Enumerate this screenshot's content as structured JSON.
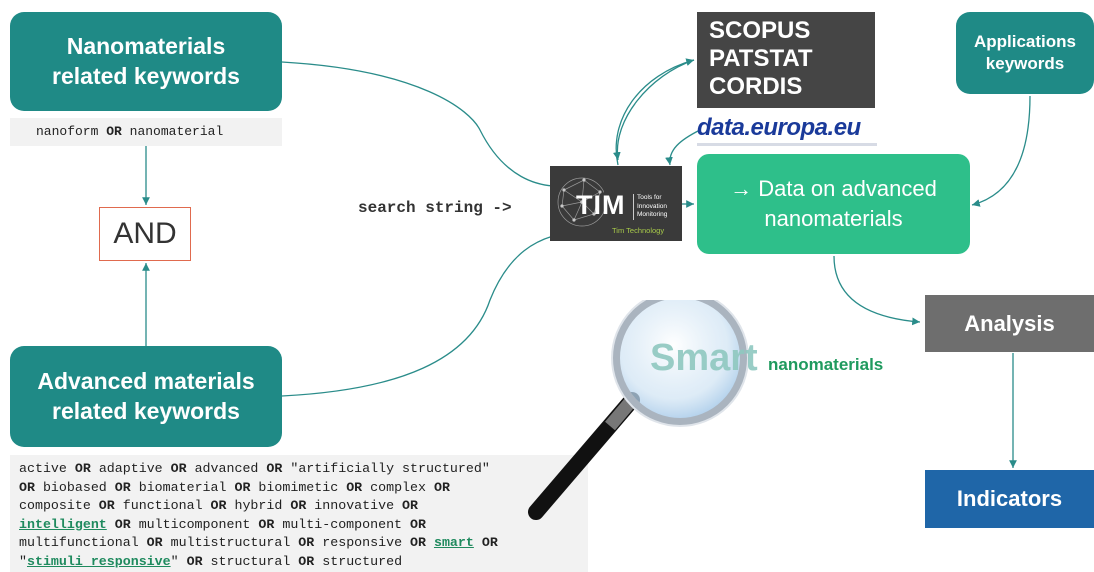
{
  "nano_box": {
    "line1": "Nanomaterials",
    "line2": "related keywords"
  },
  "nano_query": [
    {
      "t": "nanoform",
      "s": "n"
    },
    {
      "t": " OR ",
      "s": "b"
    },
    {
      "t": "nanomaterial",
      "s": "n"
    }
  ],
  "and_label": "AND",
  "adv_box": {
    "line1": "Advanced materials",
    "line2": "related keywords"
  },
  "adv_query": [
    [
      {
        "t": "active",
        "s": "n"
      },
      {
        "t": " OR ",
        "s": "b"
      },
      {
        "t": "adaptive",
        "s": "n"
      },
      {
        "t": " OR ",
        "s": "b"
      },
      {
        "t": "advanced",
        "s": "n"
      },
      {
        "t": " OR ",
        "s": "b"
      },
      {
        "t": "\"artificially structured\"",
        "s": "n"
      }
    ],
    [
      {
        "t": "OR ",
        "s": "b"
      },
      {
        "t": "biobased",
        "s": "n"
      },
      {
        "t": " OR ",
        "s": "b"
      },
      {
        "t": "biomaterial",
        "s": "n"
      },
      {
        "t": " OR ",
        "s": "b"
      },
      {
        "t": "biomimetic",
        "s": "n"
      },
      {
        "t": " OR ",
        "s": "b"
      },
      {
        "t": "complex",
        "s": "n"
      },
      {
        "t": " OR",
        "s": "b"
      }
    ],
    [
      {
        "t": "composite",
        "s": "n"
      },
      {
        "t": " OR ",
        "s": "b"
      },
      {
        "t": "functional",
        "s": "n"
      },
      {
        "t": " OR ",
        "s": "b"
      },
      {
        "t": "hybrid",
        "s": "n"
      },
      {
        "t": " OR ",
        "s": "b"
      },
      {
        "t": "innovative",
        "s": "n"
      },
      {
        "t": " OR",
        "s": "b"
      }
    ],
    [
      {
        "t": "intelligent",
        "s": "u"
      },
      {
        "t": " OR ",
        "s": "b"
      },
      {
        "t": "multicomponent",
        "s": "n"
      },
      {
        "t": " OR ",
        "s": "b"
      },
      {
        "t": "multi-component",
        "s": "n"
      },
      {
        "t": " OR",
        "s": "b"
      }
    ],
    [
      {
        "t": "multifunctional",
        "s": "n"
      },
      {
        "t": " OR ",
        "s": "b"
      },
      {
        "t": "multistructural",
        "s": "n"
      },
      {
        "t": " OR ",
        "s": "b"
      },
      {
        "t": "responsive",
        "s": "n"
      },
      {
        "t": " OR ",
        "s": "b"
      },
      {
        "t": "smart",
        "s": "u"
      },
      {
        "t": " OR",
        "s": "b"
      }
    ],
    [
      {
        "t": "\"",
        "s": "n"
      },
      {
        "t": "stimuli responsive",
        "s": "u"
      },
      {
        "t": "\"",
        "s": "n"
      },
      {
        "t": " OR ",
        "s": "b"
      },
      {
        "t": "structural",
        "s": "n"
      },
      {
        "t": " OR ",
        "s": "b"
      },
      {
        "t": "structured",
        "s": "n"
      }
    ]
  ],
  "search_label": "search string ->",
  "tim": {
    "logo": "TIM",
    "tag1": "Tools for",
    "tag2": "Innovation",
    "tag3": "Monitoring",
    "sub": "Tim Technology"
  },
  "sources": [
    "SCOPUS",
    "PATSTAT",
    "CORDIS"
  ],
  "data_europa": "data.europa.eu",
  "apps_box": {
    "line1": "Applications",
    "line2": "keywords"
  },
  "data_box": {
    "line1": "→ Data on advanced",
    "line2": "nanomaterials"
  },
  "analysis": "Analysis",
  "indicators": "Indicators",
  "magnifier": {
    "word": "Smart",
    "caption": "nanomaterials"
  },
  "colors": {
    "teal": "#1f8a86",
    "green": "#2ebf8a",
    "grey": "#6e6e6e",
    "dark": "#3a3a3a",
    "blue": "#1f66a8",
    "and_border": "#e06a4e",
    "wire": "#2a8c8a"
  }
}
